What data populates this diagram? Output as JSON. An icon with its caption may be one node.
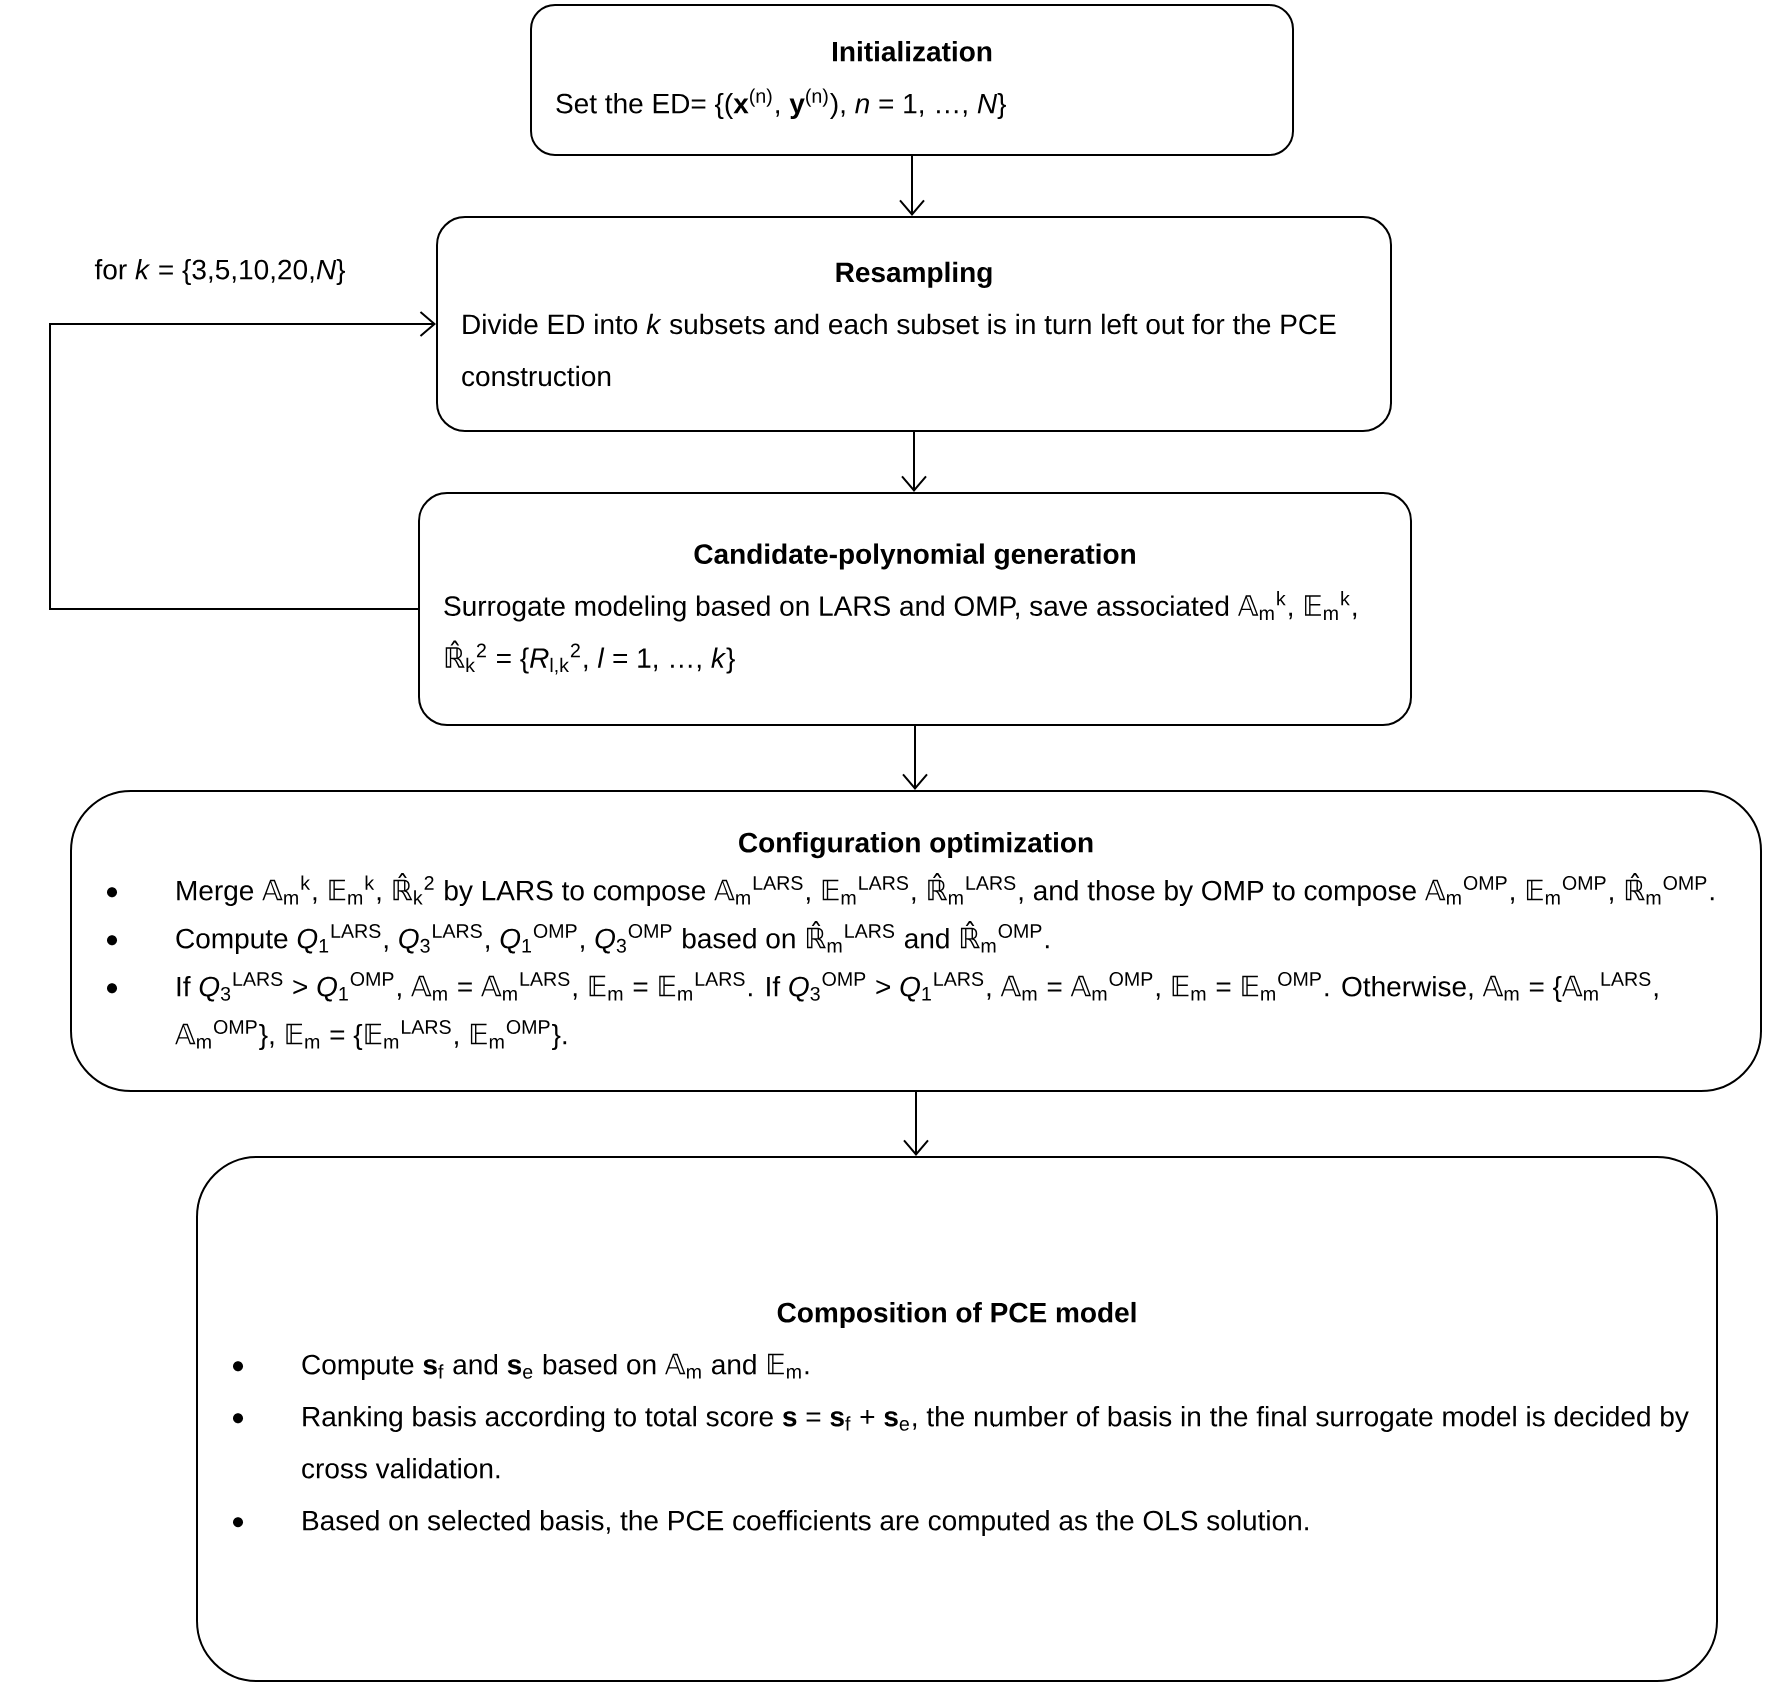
{
  "diagram": {
    "nodes": [
      {
        "text": [
          "Initialization",
          "Set the ED= {(**x**$^{(n)}$, **y**$^{(n)}$), *n* = 1, …, *N*}"
        ]
      },
      {
        "text": [
          "Resampling",
          "Divide ED into *k* subsets and each subset is in turn left out for the PCE construction"
        ]
      },
      {
        "text": [
          "Candidate-polynomial generation",
          "Surrogate modeling based on LARS and OMP, save associated 𝔸$_{m}$$^{k}$, 𝔼$_{m}$$^{k}$, ℝ̂$_{k}$$^{2}$ = {*R*$_{l,k}$$^{2}$, *l* = 1, …, *k*}"
        ]
      },
      {
        "text": [
          "Configuration optimization",
          "Merge 𝔸$_{m}$$^{k}$, 𝔼$_{m}$$^{k}$, ℝ̂$_{k}$$^{2}$ by LARS to compose 𝔸$_{m}$$^{LARS}$, 𝔼$_{m}$$^{LARS}$, ℝ̂$_{m}$$^{LARS}$, and those by OMP to compose 𝔸$_{m}$$^{OMP}$, 𝔼$_{m}$$^{OMP}$, ℝ̂$_{m}$$^{OMP}$.",
          "Compute *Q*$_{1}$$^{LARS}$, *Q*$_{3}$$^{LARS}$, *Q*$_{1}$$^{OMP}$, *Q*$_{3}$$^{OMP}$ based on ℝ̂$_{m}$$^{LARS}$ and ℝ̂$_{m}$$^{OMP}$.",
          "If *Q*$_{3}$$^{LARS}$ > *Q*$_{1}$$^{OMP}$, 𝔸$_{m}$ = 𝔸$_{m}$$^{LARS}$, 𝔼$_{m}$ = 𝔼$_{m}$$^{LARS}$. If *Q*$_{3}$$^{OMP}$ > *Q*$_{1}$$^{LARS}$, 𝔸$_{m}$ = 𝔸$_{m}$$^{OMP}$, 𝔼$_{m}$ = 𝔼$_{m}$$^{OMP}$. Otherwise, 𝔸$_{m}$ = {𝔸$_{m}$$^{LARS}$, 𝔸$_{m}$$^{OMP}$}, 𝔼$_{m}$ = {𝔼$_{m}$$^{LARS}$, 𝔼$_{m}$$^{OMP}$}."
        ]
      },
      {
        "text": [
          "Composition of PCE model",
          "Compute **s**$_{f}$ and **s**$_{e}$ based on 𝔸$_{m}$ and 𝔼$_{m}$.",
          "Ranking basis according to total score **s** = **s**$_{f}$ + **s**$_{e}$, the number of basis in the final surrogate model is decided by cross validation.",
          "Based on selected basis, the PCE coefficients are computed as the OLS solution."
        ]
      }
    ],
    "edges": [
      {
        "from": 0,
        "to": 1,
        "arrow": "to"
      },
      {
        "from": 1,
        "to": 2,
        "arrow": "to"
      },
      {
        "from": 2,
        "to": 3,
        "arrow": "to"
      },
      {
        "from": 3,
        "to": 4,
        "arrow": "to"
      },
      {
        "from": 2,
        "to": 1,
        "arrow": "to",
        "label": "for *k* = {3,5,10,20,*N*}"
      }
    ]
  }
}
